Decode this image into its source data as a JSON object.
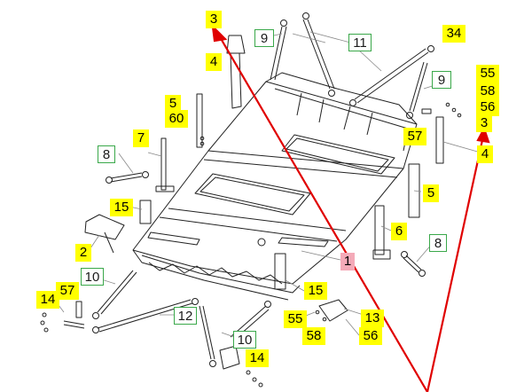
{
  "diagram": {
    "callouts": [
      {
        "id": "c3a",
        "text": "3",
        "style": "yellow"
      },
      {
        "id": "c9a",
        "text": "9",
        "style": "green"
      },
      {
        "id": "c11",
        "text": "11",
        "style": "green"
      },
      {
        "id": "c34",
        "text": "34",
        "style": "yellow"
      },
      {
        "id": "c4a",
        "text": "4",
        "style": "yellow"
      },
      {
        "id": "c55a",
        "text": "55",
        "style": "yellow"
      },
      {
        "id": "c58a",
        "text": "58",
        "style": "yellow"
      },
      {
        "id": "c9b",
        "text": "9",
        "style": "green"
      },
      {
        "id": "c56a",
        "text": "56",
        "style": "yellow"
      },
      {
        "id": "c3b",
        "text": "3",
        "style": "yellow"
      },
      {
        "id": "c5a",
        "text": "5",
        "style": "yellow"
      },
      {
        "id": "c60",
        "text": "60",
        "style": "yellow"
      },
      {
        "id": "c57a",
        "text": "57",
        "style": "yellow"
      },
      {
        "id": "c7",
        "text": "7",
        "style": "yellow"
      },
      {
        "id": "c4b",
        "text": "4",
        "style": "yellow"
      },
      {
        "id": "c8a",
        "text": "8",
        "style": "green"
      },
      {
        "id": "c5b",
        "text": "5",
        "style": "yellow"
      },
      {
        "id": "c15a",
        "text": "15",
        "style": "yellow"
      },
      {
        "id": "c6",
        "text": "6",
        "style": "yellow"
      },
      {
        "id": "c2",
        "text": "2",
        "style": "yellow"
      },
      {
        "id": "c8b",
        "text": "8",
        "style": "green"
      },
      {
        "id": "c1",
        "text": "1",
        "style": "pink"
      },
      {
        "id": "c10a",
        "text": "10",
        "style": "green"
      },
      {
        "id": "c15b",
        "text": "15",
        "style": "yellow"
      },
      {
        "id": "c14a",
        "text": "14",
        "style": "yellow"
      },
      {
        "id": "c57b",
        "text": "57",
        "style": "yellow"
      },
      {
        "id": "c12",
        "text": "12",
        "style": "green"
      },
      {
        "id": "c55b",
        "text": "55",
        "style": "yellow"
      },
      {
        "id": "c13",
        "text": "13",
        "style": "yellow"
      },
      {
        "id": "c58b",
        "text": "58",
        "style": "yellow"
      },
      {
        "id": "c56b",
        "text": "56",
        "style": "yellow"
      },
      {
        "id": "c10b",
        "text": "10",
        "style": "green"
      },
      {
        "id": "c14b",
        "text": "14",
        "style": "yellow"
      }
    ],
    "colors": {
      "callout_fill": "#ffff00",
      "green_border": "#3aa84a",
      "pink_fill": "#f4aab8",
      "arrow": "#e00000",
      "line_art": "#222222",
      "leader": "#888888"
    },
    "arrow_icon": "red-arrow-icon"
  }
}
